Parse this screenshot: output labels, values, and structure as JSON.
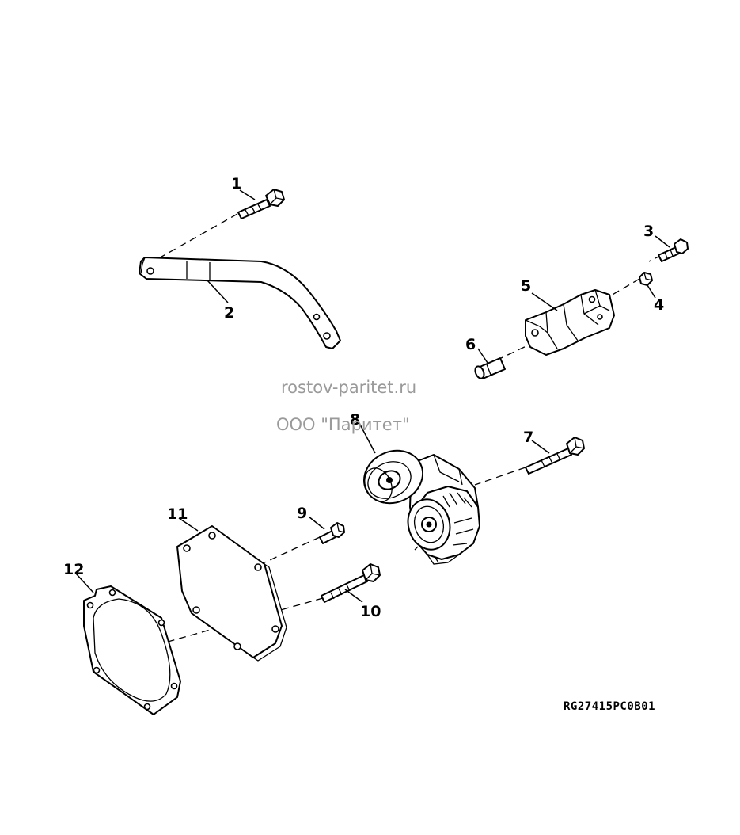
{
  "diagram": {
    "callouts": [
      "1",
      "2",
      "3",
      "4",
      "5",
      "6",
      "7",
      "8",
      "9",
      "10",
      "11",
      "12"
    ],
    "watermark": {
      "site": "rostov-paritet.ru",
      "company": "ООО \"Паритет\""
    },
    "drawing_code": "RG27415PC0B01"
  }
}
